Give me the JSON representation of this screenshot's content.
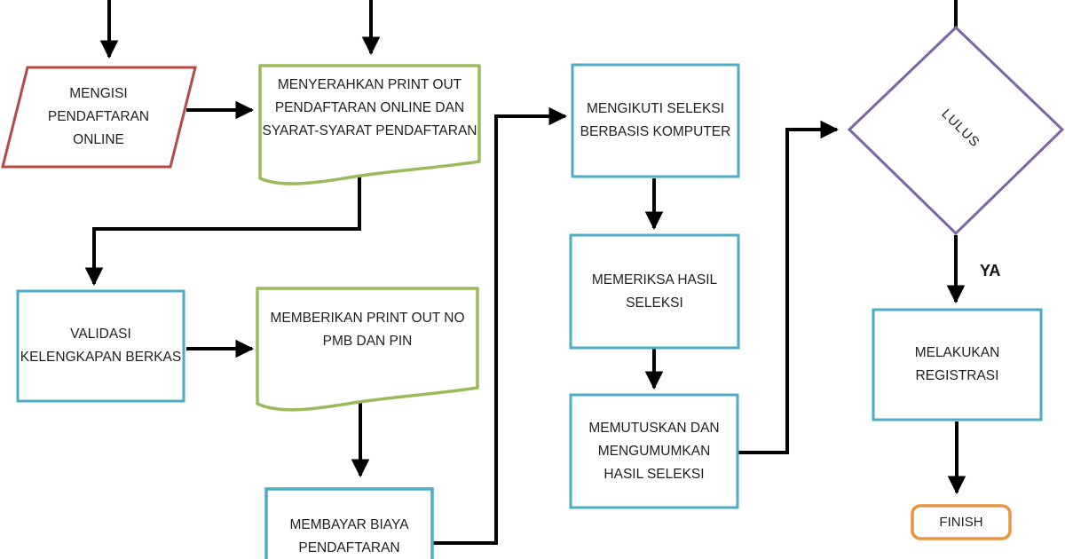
{
  "colors": {
    "shape_red": "#b34a47",
    "shape_green": "#9abb59",
    "shape_teal": "#4bacc6",
    "shape_purple": "#7c66a3",
    "shape_orange": "#e8953f",
    "arrow_black": "#000000",
    "text": "#1f1f1f",
    "background": "#ffffff"
  },
  "flowchart": {
    "nodes": {
      "mengisi": {
        "lines": [
          "MENGISI",
          "PENDAFTARAN",
          "ONLINE"
        ]
      },
      "menyerahkan": {
        "lines": [
          "MENYERAHKAN PRINT OUT",
          "PENDAFTARAN ONLINE DAN",
          "SYARAT-SYARAT PENDAFTARAN"
        ]
      },
      "validasi": {
        "lines": [
          "VALIDASI",
          "KELENGKAPAN BERKAS"
        ]
      },
      "memberikan": {
        "lines": [
          "MEMBERIKAN PRINT OUT NO",
          "PMB DAN PIN"
        ]
      },
      "membayar": {
        "lines": [
          "MEMBAYAR BIAYA",
          "PENDAFTARAN"
        ]
      },
      "mengikuti": {
        "lines": [
          "MENGIKUTI SELEKSI",
          "BERBASIS KOMPUTER"
        ]
      },
      "memeriksa": {
        "lines": [
          "MEMERIKSA HASIL",
          "SELEKSI"
        ]
      },
      "memutuskan": {
        "lines": [
          "MEMUTUSKAN DAN",
          "MENGUMUMKAN",
          "HASIL SELEKSI"
        ]
      },
      "lulus": {
        "label": "LULUS"
      },
      "melakukan": {
        "lines": [
          "MELAKUKAN",
          "REGISTRASI"
        ]
      },
      "finish": {
        "label": "FINISH"
      }
    },
    "edge_labels": {
      "ya": "YA"
    }
  }
}
